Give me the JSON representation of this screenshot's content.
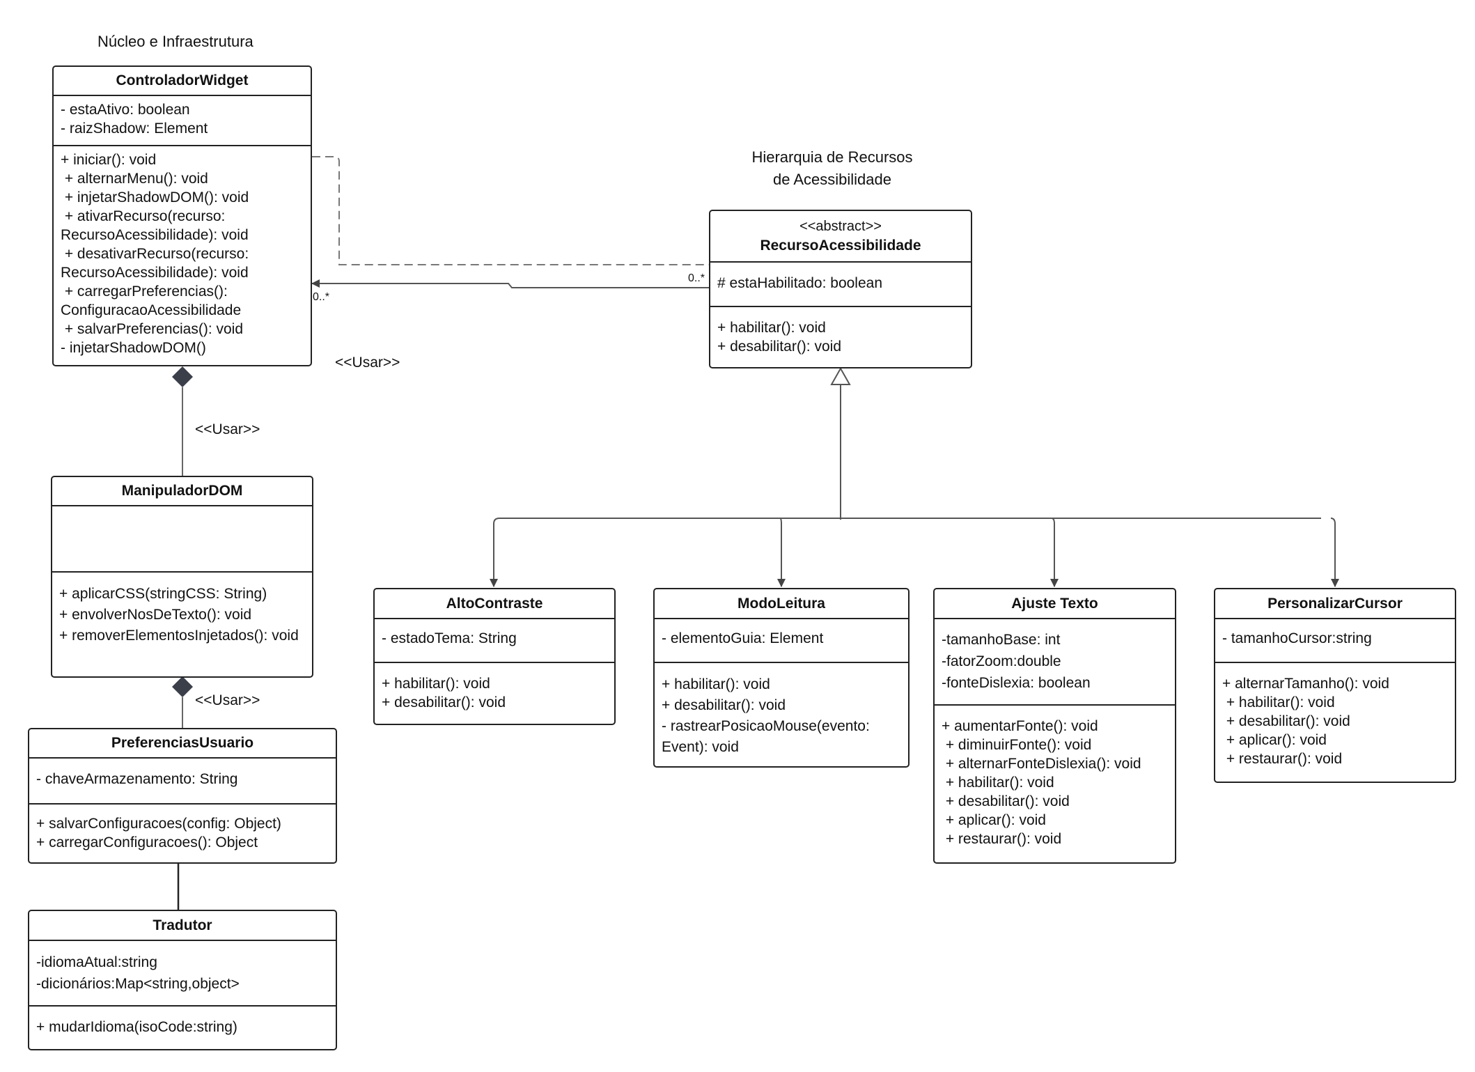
{
  "titles": {
    "core": "Núcleo e Infraestrutura",
    "hierarchy_line1": "Hierarquia de Recursos",
    "hierarchy_line2": "de Acessibilidade"
  },
  "labels": {
    "usar_dependency": "<<Usar>>",
    "usar_composition_1": "<<Usar>>",
    "usar_composition_2": "<<Usar>>",
    "mult_controller": "0..*",
    "mult_resource": "0..*"
  },
  "classes": {
    "controlador": {
      "name": "ControladorWidget",
      "attributes": [
        "- estaAtivo: boolean",
        "- raizShadow: Element"
      ],
      "methods": [
        "+ iniciar(): void",
        " + alternarMenu(): void",
        " + injetarShadowDOM(): void",
        " + ativarRecurso(recurso:",
        "RecursoAcessibilidade): void",
        " + desativarRecurso(recurso:",
        "RecursoAcessibilidade): void",
        " + carregarPreferencias():",
        "ConfiguracaoAcessibilidade",
        " + salvarPreferencias(): void",
        "- injetarShadowDOM()"
      ]
    },
    "manipulador": {
      "name": "ManipuladorDOM",
      "attributes": [],
      "methods": [
        "+ aplicarCSS(stringCSS: String)",
        "+ envolverNosDeTexto(): void",
        "+ removerElementosInjetados(): void"
      ]
    },
    "preferencias": {
      "name": "PreferenciasUsuario",
      "attributes": [
        "- chaveArmazenamento: String"
      ],
      "methods": [
        "+ salvarConfiguracoes(config: Object)",
        "+ carregarConfiguracoes(): Object"
      ]
    },
    "tradutor": {
      "name": "Tradutor",
      "attributes": [
        "-idiomaAtual:string",
        "-dicionários:Map<string,object>"
      ],
      "methods": [
        "+ mudarIdioma(isoCode:string)"
      ]
    },
    "recurso": {
      "stereotype": "<<abstract>>",
      "name": "RecursoAcessibilidade",
      "attributes": [
        "# estaHabilitado: boolean"
      ],
      "methods": [
        "+ habilitar(): void",
        "+ desabilitar(): void"
      ]
    },
    "alto": {
      "name": "AltoContraste",
      "attributes": [
        "- estadoTema: String"
      ],
      "methods": [
        "+ habilitar(): void",
        "+ desabilitar(): void"
      ]
    },
    "modo": {
      "name": "ModoLeitura",
      "attributes": [
        "- elementoGuia: Element"
      ],
      "methods": [
        "+ habilitar(): void",
        "+ desabilitar(): void",
        "- rastrearPosicaoMouse(evento: Event): void"
      ]
    },
    "ajuste": {
      "name": "Ajuste Texto",
      "attributes": [
        "-tamanhoBase: int",
        "-fatorZoom:double",
        "-fonteDislexia: boolean"
      ],
      "methods": [
        "+ aumentarFonte(): void",
        " + diminuirFonte(): void",
        " + alternarFonteDislexia(): void",
        " + habilitar(): void",
        " + desabilitar(): void",
        " + aplicar(): void",
        " + restaurar(): void"
      ]
    },
    "cursor": {
      "name": "PersonalizarCursor",
      "attributes": [
        "- tamanhoCursor:string"
      ],
      "methods": [
        "+ alternarTamanho(): void",
        " + habilitar(): void",
        " + desabilitar(): void",
        " + aplicar(): void",
        " + restaurar(): void"
      ]
    }
  },
  "colors": {
    "line": "#555555",
    "border": "#222222",
    "diamond": "#3a3f4a"
  }
}
